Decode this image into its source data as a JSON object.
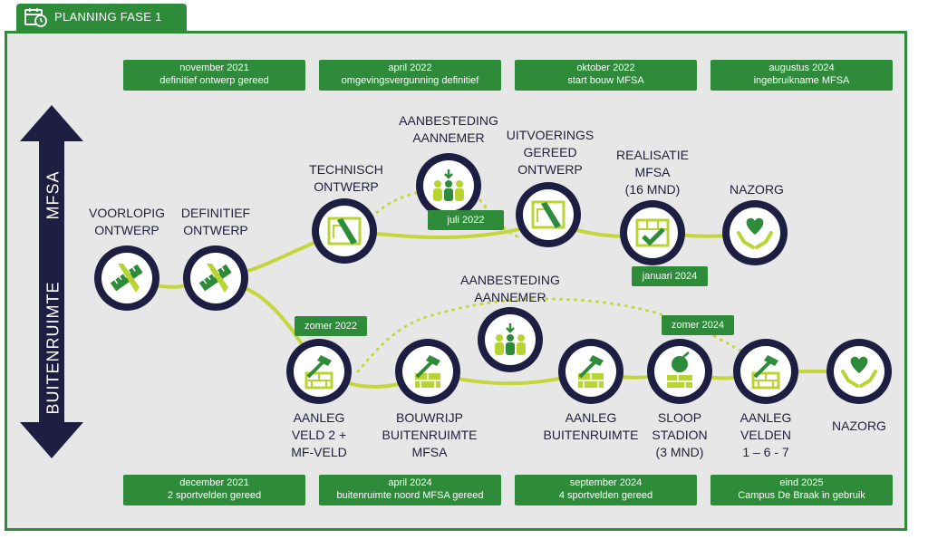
{
  "header": {
    "tab_title": "PLANNING FASE 1"
  },
  "axis": {
    "top_label": "MFSA",
    "bottom_label": "BUITENRUIMTE"
  },
  "milestones_top": [
    {
      "line1": "november 2021",
      "line2": "definitief ontwerp gereed"
    },
    {
      "line1": "april 2022",
      "line2": "omgevingsvergunning definitief"
    },
    {
      "line1": "oktober 2022",
      "line2": "start bouw MFSA"
    },
    {
      "line1": "augustus 2024",
      "line2": "ingebruikname MFSA"
    }
  ],
  "milestones_bottom": [
    {
      "line1": "december 2021",
      "line2": "2 sportvelden gereed"
    },
    {
      "line1": "april 2024",
      "line2": "buitenruimte noord MFSA  gereed"
    },
    {
      "line1": "september 2024",
      "line2": "4 sportvelden gereed"
    },
    {
      "line1": "eind 2025",
      "line2": "Campus De Braak in gebruik"
    }
  ],
  "steps": {
    "voorlopig": [
      "VOORLOPIG",
      "ONTWERP"
    ],
    "definitief": [
      "DEFINITIEF",
      "ONTWERP"
    ],
    "technisch": [
      "TECHNISCH",
      "ONTWERP"
    ],
    "aanbesteding_top": [
      "AANBESTEDING",
      "AANNEMER"
    ],
    "uitvoering": [
      "UITVOERINGS",
      "GEREED",
      "ONTWERP"
    ],
    "realisatie": [
      "REALISATIE",
      "MFSA",
      "(16 MND)"
    ],
    "nazorg_top": [
      "NAZORG"
    ],
    "aanleg_veld2": [
      "AANLEG",
      "VELD 2 +",
      "MF-VELD"
    ],
    "bouwrijp": [
      "BOUWRIJP",
      "BUITENRUIMTE",
      "MFSA"
    ],
    "aanbesteding_bottom": [
      "AANBESTEDING",
      "AANNEMER"
    ],
    "aanleg_buiten": [
      "AANLEG",
      "BUITENRUIMTE"
    ],
    "sloop": [
      "SLOOP",
      "STADION",
      "(3 MND)"
    ],
    "aanleg_velden": [
      "AANLEG",
      "VELDEN",
      "1 – 6 - 7"
    ],
    "nazorg_bottom": [
      "NAZORG"
    ]
  },
  "badges": {
    "juli": "juli 2022",
    "januari": "januari 2024",
    "zomer2022": "zomer 2022",
    "zomer2024": "zomer 2024"
  },
  "colors": {
    "green": "#2e8b3a",
    "lime": "#b8d433",
    "navy": "#1e1e42",
    "path": "#c3d63b"
  }
}
